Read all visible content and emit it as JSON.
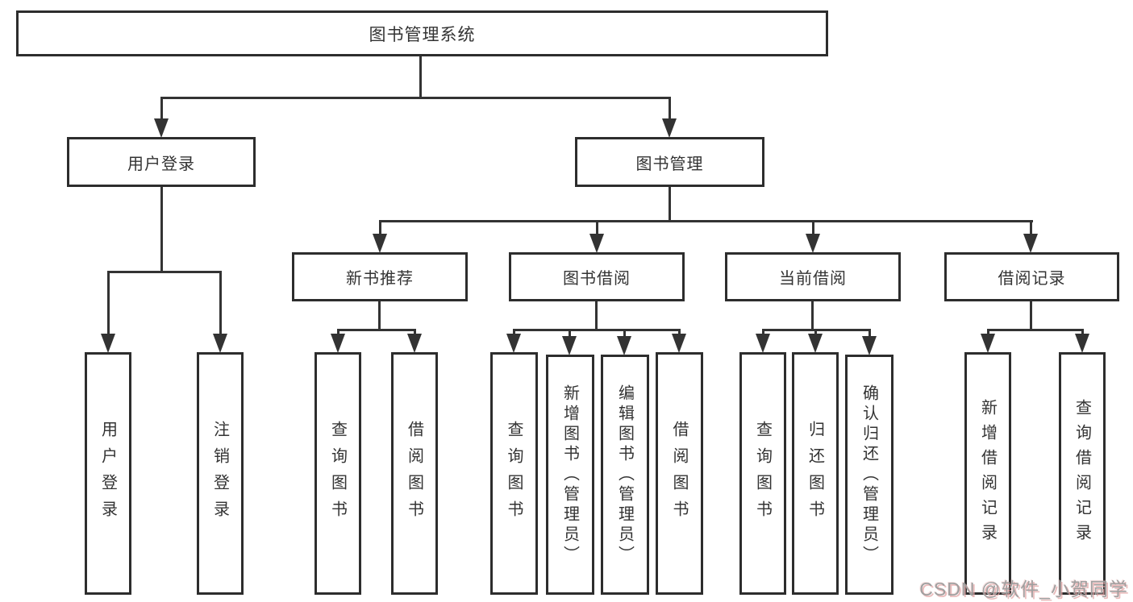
{
  "tree": {
    "root": "图书管理系统",
    "user_login_group": "用户登录",
    "book_mgmt_group": "图书管理",
    "groups": [
      "新书推荐",
      "图书借阅",
      "当前借阅",
      "借阅记录"
    ],
    "user_login_leaves": [
      "用户登录",
      "注销登录"
    ],
    "new_book_leaves": [
      "查询图书",
      "借阅图书"
    ],
    "book_borrow_leaves": [
      "查询图书",
      "新增图书（管理员）",
      "编辑图书（管理员）",
      "借阅图书"
    ],
    "current_borrow_leaves": [
      "查询图书",
      "归还图书",
      "确认归还（管理员）"
    ],
    "borrow_record_leaves": [
      "新增借阅记录",
      "查询借阅记录"
    ]
  },
  "colors": {
    "line": "#333333",
    "box_border": "#2d2d2d",
    "text": "#333333",
    "background": "#ffffff",
    "watermark_gray": "#9f9f9f",
    "watermark_pink": "#e3a6a6"
  },
  "watermark": {
    "text": "CSDN @软件_小贺同学"
  }
}
